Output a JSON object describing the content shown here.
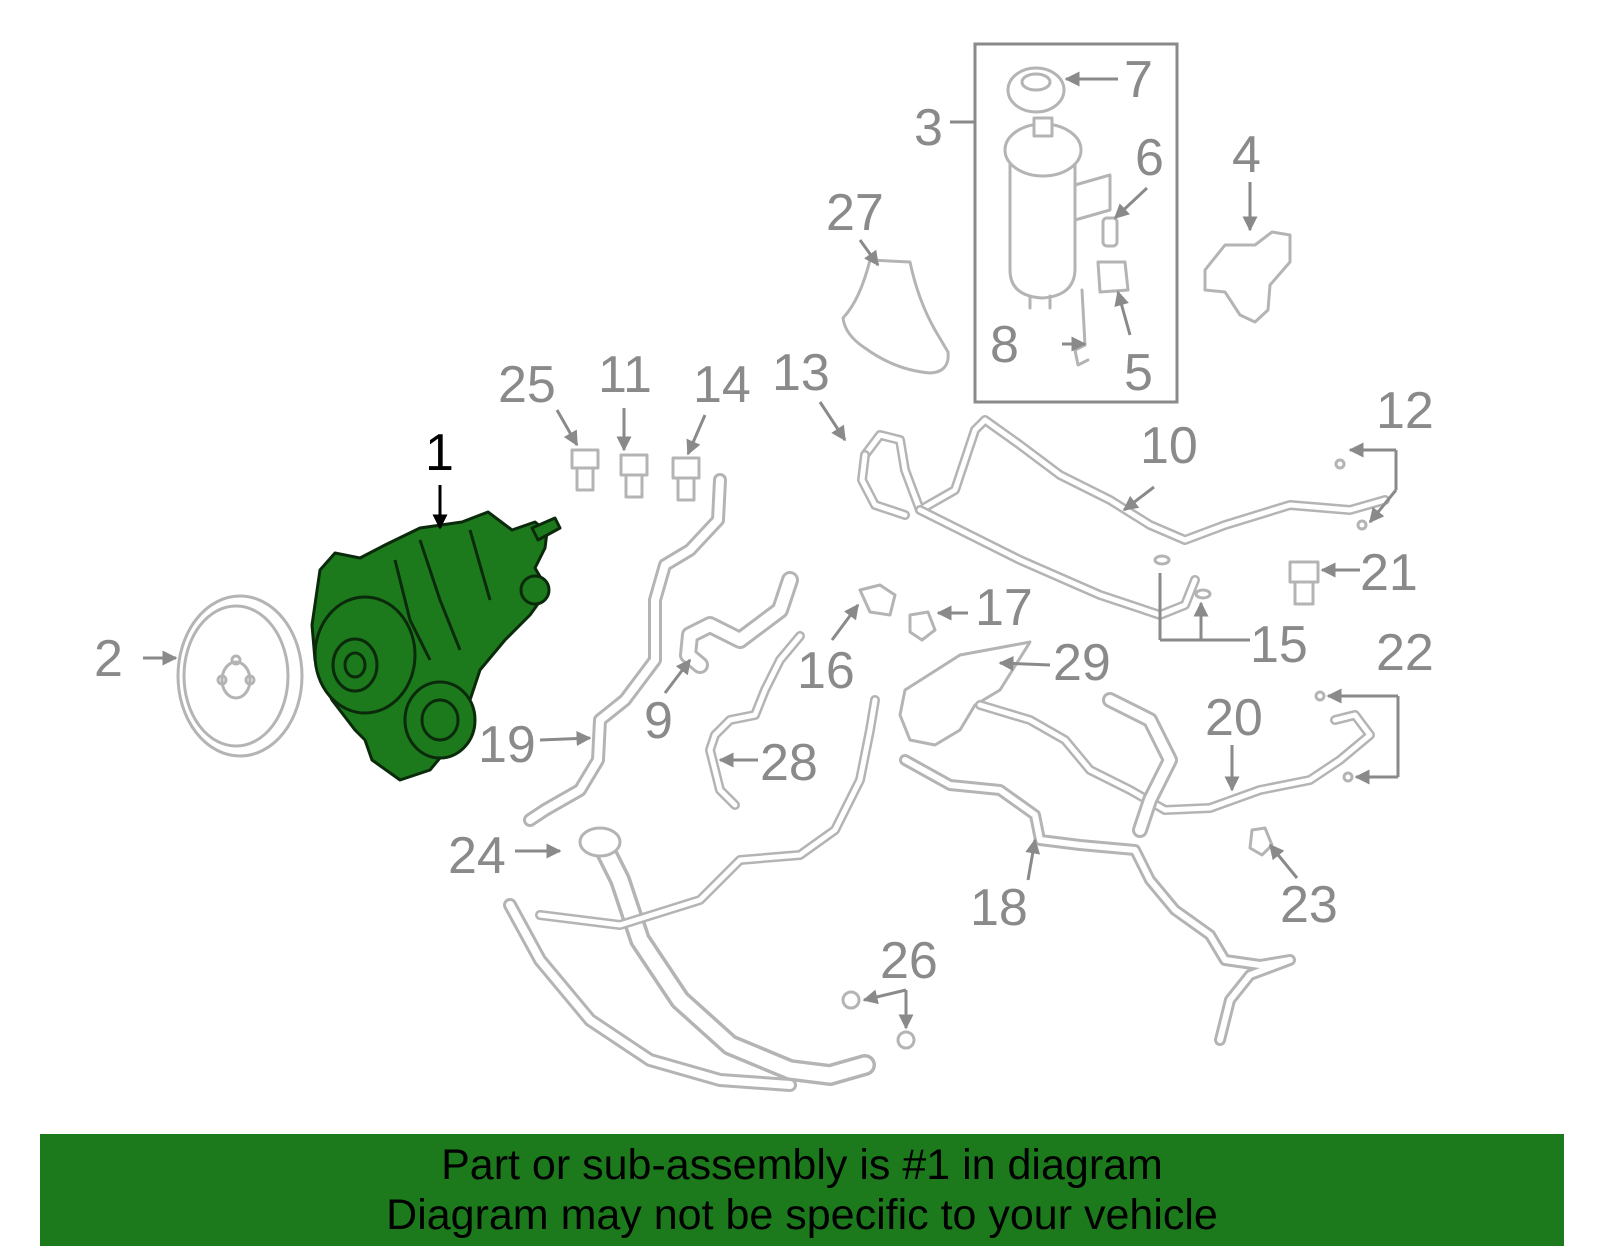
{
  "colors": {
    "highlight": "#1c7a1c",
    "part_outline": "#b4b4b4",
    "callout_text": "#8a8a8a",
    "primary_callout": "#000000"
  },
  "callouts": [
    {
      "id": "1",
      "label": "1"
    },
    {
      "id": "2",
      "label": "2"
    },
    {
      "id": "3",
      "label": "3"
    },
    {
      "id": "4",
      "label": "4"
    },
    {
      "id": "5",
      "label": "5"
    },
    {
      "id": "6",
      "label": "6"
    },
    {
      "id": "7",
      "label": "7"
    },
    {
      "id": "8",
      "label": "8"
    },
    {
      "id": "9",
      "label": "9"
    },
    {
      "id": "10",
      "label": "10"
    },
    {
      "id": "11",
      "label": "11"
    },
    {
      "id": "12",
      "label": "12"
    },
    {
      "id": "13",
      "label": "13"
    },
    {
      "id": "14",
      "label": "14"
    },
    {
      "id": "15",
      "label": "15"
    },
    {
      "id": "16",
      "label": "16"
    },
    {
      "id": "17",
      "label": "17"
    },
    {
      "id": "18",
      "label": "18"
    },
    {
      "id": "19",
      "label": "19"
    },
    {
      "id": "20",
      "label": "20"
    },
    {
      "id": "21",
      "label": "21"
    },
    {
      "id": "22",
      "label": "22"
    },
    {
      "id": "23",
      "label": "23"
    },
    {
      "id": "24",
      "label": "24"
    },
    {
      "id": "25",
      "label": "25"
    },
    {
      "id": "26",
      "label": "26"
    },
    {
      "id": "27",
      "label": "27"
    },
    {
      "id": "28",
      "label": "28"
    },
    {
      "id": "29",
      "label": "29"
    }
  ],
  "highlighted_part": "1",
  "banner": {
    "line1": "Part or sub-assembly is #1 in diagram",
    "line2": "Diagram may not be specific to your vehicle"
  }
}
